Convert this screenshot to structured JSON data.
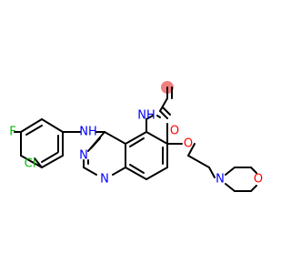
{
  "molecule": {
    "atoms": {
      "amine_nh": {
        "label": "NH",
        "color": "#0000ff"
      },
      "amide_nh": {
        "label": "NH",
        "color": "#0000ff"
      },
      "carbonyl_o": {
        "label": "O",
        "color": "#ff0000"
      },
      "ether_o": {
        "label": "O",
        "color": "#ff0000"
      },
      "ring_n1": {
        "label": "N",
        "color": "#0000ff"
      },
      "ring_n3": {
        "label": "N",
        "color": "#0000ff"
      },
      "morpholine_n": {
        "label": "N",
        "color": "#0000ff"
      },
      "morpholine_o": {
        "label": "O",
        "color": "#ff0000"
      },
      "fluorine": {
        "label": "F",
        "color": "#00c000"
      },
      "chlorine": {
        "label": "Cl",
        "color": "#00c000"
      }
    },
    "highlight_color": "#f08080"
  }
}
